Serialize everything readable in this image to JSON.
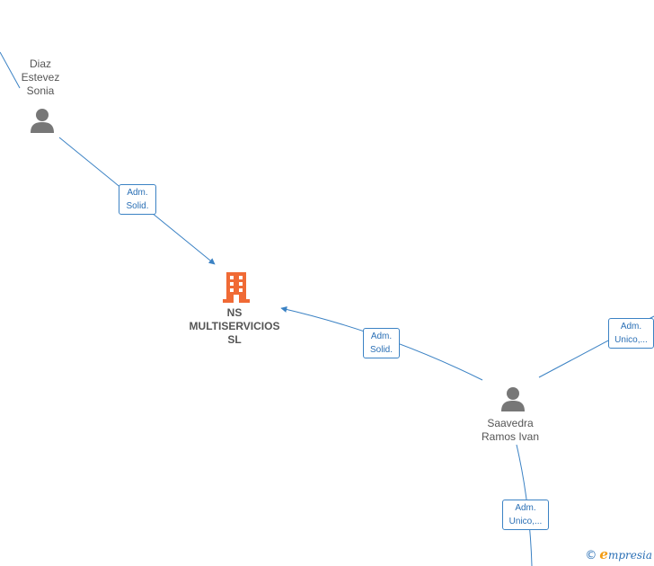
{
  "colors": {
    "edge": "#3b82c4",
    "person_icon": "#777777",
    "company_icon": "#f06a35"
  },
  "nodes": {
    "company": {
      "line1": "NS",
      "line2": "MULTISERVICIOS",
      "line3": "SL",
      "icon": "building-icon"
    },
    "person_diaz": {
      "line1": "Diaz",
      "line2": "Estevez",
      "line3": "Sonia",
      "icon": "person-icon"
    },
    "person_saavedra": {
      "line1": "Saavedra",
      "line2": "Ramos Ivan",
      "icon": "person-icon"
    }
  },
  "edges": [
    {
      "line1": "Adm.",
      "line2": "Solid."
    },
    {
      "line1": "Adm.",
      "line2": "Solid."
    },
    {
      "line1": "Adm.",
      "line2": "Unico,..."
    },
    {
      "line1": "Adm.",
      "line2": "Unico,..."
    }
  ],
  "watermark": {
    "copyright": "©",
    "brand_initial": "e",
    "brand_rest": "mpresia"
  }
}
